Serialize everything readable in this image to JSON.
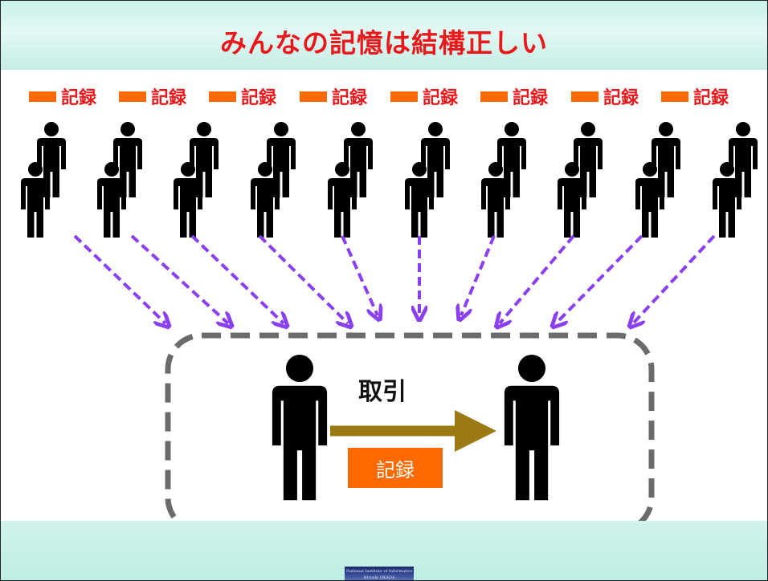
{
  "title": "みんなの記憶は結構正しい",
  "record_label": "記録",
  "records": [
    {
      "label": "記録"
    },
    {
      "label": "記録"
    },
    {
      "label": "記録"
    },
    {
      "label": "記録"
    },
    {
      "label": "記録"
    },
    {
      "label": "記録"
    },
    {
      "label": "記録"
    },
    {
      "label": "記録"
    }
  ],
  "transaction_label": "取引",
  "transaction_record_label": "記録",
  "footer": {
    "logo_line1": "National Institute of Informatics",
    "logo_line2": "Hiroshi OKADA"
  },
  "colors": {
    "title": "#e8191c",
    "record_square": "#ff6a00",
    "arrow": "#8a3ff0",
    "transfer_arrow": "#9b7a14",
    "dashed_box": "#6b6b6b",
    "figure": "#000000"
  },
  "icons": {
    "person": "person-icon",
    "person_pair": "person-pair-icon"
  }
}
